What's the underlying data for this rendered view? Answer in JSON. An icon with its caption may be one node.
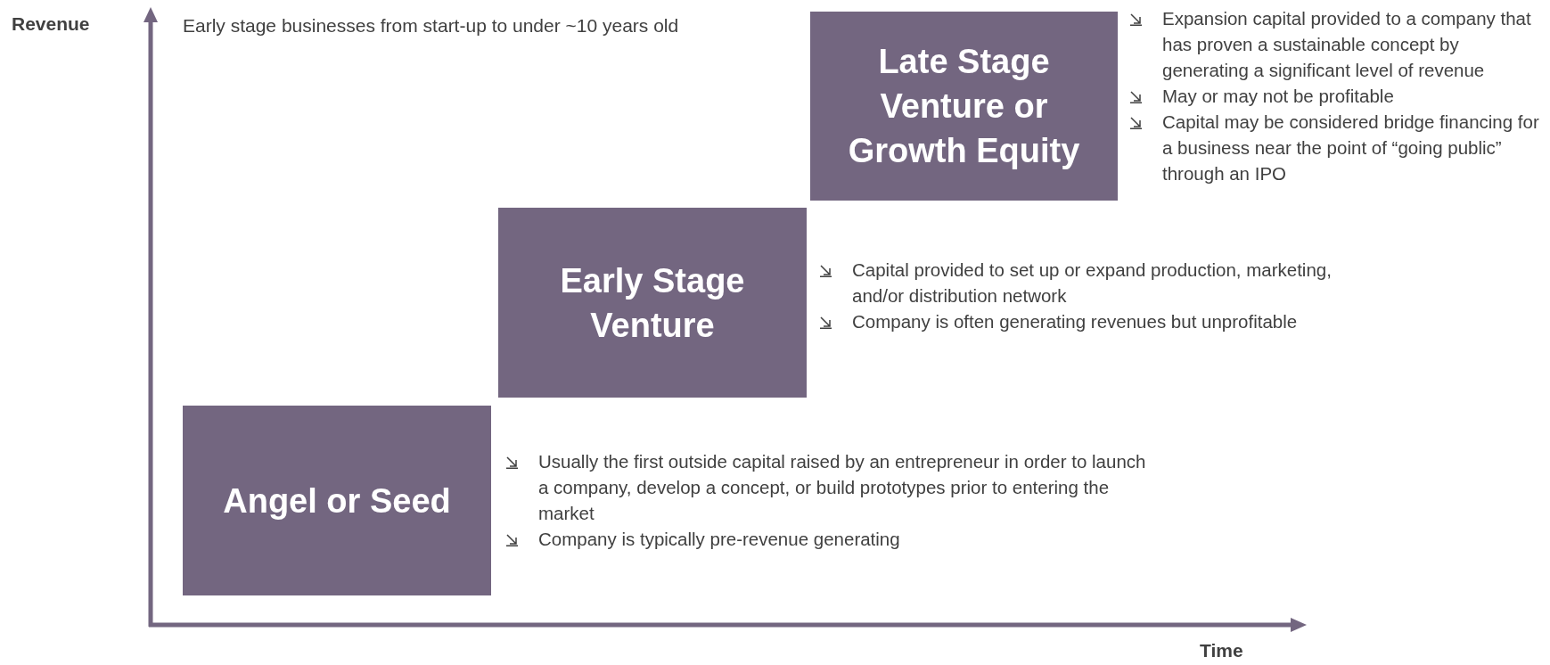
{
  "diagram": {
    "nodes": [
      {
        "text": [
          "Angel or Seed"
        ],
        "beside": [
          "Usually the first outside capital raised by an entrepreneur in order to launch a company, develop a concept, or build prototypes prior to entering the market",
          "Company is typically pre-revenue generating"
        ]
      },
      {
        "text": [
          "Early Stage Venture"
        ],
        "beside": [
          "Capital provided to set up or expand production, marketing, and/or distribution network",
          "Company is often generating revenues but unprofitable"
        ]
      },
      {
        "text": [
          "Late Stage Venture or Growth Equity"
        ],
        "beside": [
          "Expansion capital provided to a company that has proven a sustainable concept by generating a significant level of revenue",
          "May or may not be profitable",
          "Capital may be considered bridge financing for a business near the point of “going public” through an IPO"
        ]
      }
    ],
    "edges": [],
    "labels": [
      "Revenue",
      "Early stage businesses from start-up to under ~10 years old",
      "Time"
    ]
  }
}
